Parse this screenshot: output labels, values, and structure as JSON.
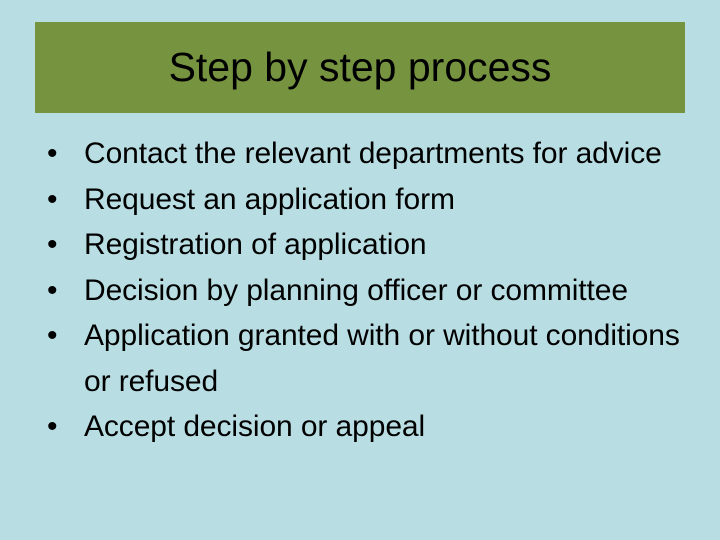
{
  "slide": {
    "background_color": "#b8dee3",
    "title": {
      "text": "Step by step process",
      "banner_color": "#769440",
      "text_color": "#000000"
    },
    "body": {
      "bullet_glyph": "•",
      "text_color": "#000000",
      "items": [
        {
          "text": "Contact the relevant departments for advice"
        },
        {
          "text": "Request an application form"
        },
        {
          "text": "Registration of application"
        },
        {
          "text": "Decision by planning officer or committee"
        },
        {
          "text": "Application granted with or without conditions or refused"
        },
        {
          "text": "Accept decision or appeal"
        }
      ]
    }
  }
}
